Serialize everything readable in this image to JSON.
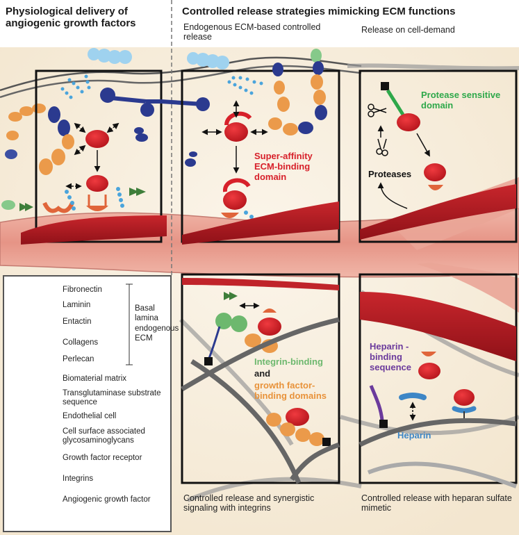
{
  "titles": {
    "left": "Physiological delivery of angiogenic growth factors",
    "right": "Controlled release strategies mimicking ECM functions"
  },
  "panel_headers": {
    "top_middle": "Endogenous ECM-based controlled release",
    "top_right": "Release on cell-demand",
    "bottom_middle": "Controlled release and synergistic signaling with integrins",
    "bottom_right": "Controlled release with heparan sulfate mimetic"
  },
  "panel_labels": {
    "super_affinity": "Super-affinity ECM-binding domain",
    "protease_domain": "Protease sensitive domain",
    "proteases": "Proteases",
    "integrin_binding": "Integrin-binding",
    "and": "and",
    "gf_binding": "growth factor-binding domains",
    "heparin_binding": "Heparin - binding sequence",
    "heparin": "Heparin"
  },
  "legend": {
    "items": [
      {
        "label": "Fibronectin",
        "icon": "fibronectin-icon"
      },
      {
        "label": "Laminin",
        "icon": "laminin-icon"
      },
      {
        "label": "Entactin",
        "icon": "entactin-icon"
      },
      {
        "label": "Collagens",
        "icon": "collagen-icon"
      },
      {
        "label": "Perlecan",
        "icon": "perlecan-icon"
      },
      {
        "label": "Biomaterial matrix",
        "icon": "biomaterial-matrix-icon"
      },
      {
        "label": "Transglutaminase substrate sequence",
        "icon": "transglutaminase-icon"
      },
      {
        "label": "Endothelial cell",
        "icon": "endothelial-cell-icon"
      },
      {
        "label": "Cell surface associated glycosaminoglycans",
        "icon": "glycosaminoglycan-icon"
      },
      {
        "label": "Growth factor receptor",
        "icon": "receptor-icon"
      },
      {
        "label": "Integrins",
        "icon": "integrin-icon"
      },
      {
        "label": "Angiogenic growth factor",
        "icon": "growth-factor-icon"
      }
    ],
    "bracket_label": "Basal lamina endogenous ECM"
  },
  "colors": {
    "background": "#f7efe0",
    "vessel_dark": "#a0141c",
    "vessel_mid": "#c92127",
    "vessel_light": "#e8a49a",
    "growth_factor": "#d7202a",
    "receptor": "#e0653a",
    "integrin": "#3e7e3a",
    "laminin": "#2b3a8f",
    "fibronectin_orange": "#eb9a4a",
    "fibronectin_green": "#86c98a",
    "perlecan": "#9fd2ef",
    "gag": "#4aa4dc",
    "matrix": "#777777",
    "protease_green": "#2ea84a",
    "super_affinity_red": "#d7202a",
    "heparin_purple": "#6b3a9c",
    "heparin_blue": "#3d86c6",
    "gf_binding_orange": "#e8923a",
    "integrin_binding_green": "#6db86e"
  }
}
